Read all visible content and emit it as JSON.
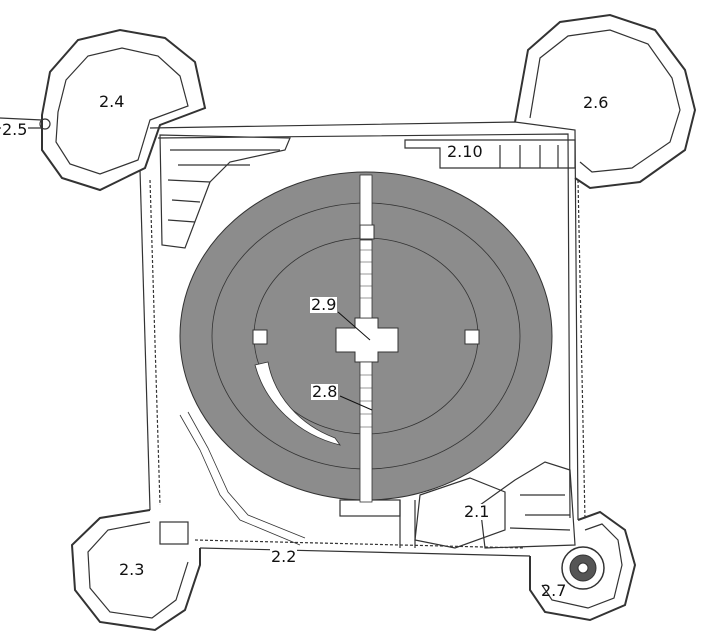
{
  "labels": {
    "l_2_1": "2.1",
    "l_2_2": "2.2",
    "l_2_3": "2.3",
    "l_2_4": "2.4",
    "l_2_5": "2.5",
    "l_2_6": "2.6",
    "l_2_7": "2.7",
    "l_2_8": "2.8",
    "l_2_9": "2.9",
    "l_2_10": "2.10"
  },
  "colors": {
    "wall": "#333333",
    "fill_gray": "#8c8c8c",
    "background": "#ffffff"
  }
}
